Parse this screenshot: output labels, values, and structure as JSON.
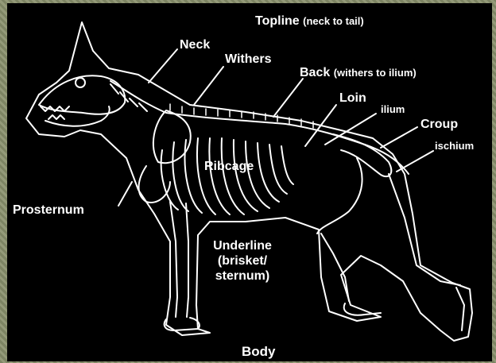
{
  "diagram": {
    "labels": {
      "topline_main": "Topline",
      "topline_sub": "(neck to tail)",
      "neck": "Neck",
      "withers": "Withers",
      "back_main": "Back",
      "back_sub": "(withers to ilium)",
      "loin": "Loin",
      "ilium": "ilium",
      "croup": "Croup",
      "ischium": "ischium",
      "ribcage": "Ribcage",
      "prosternum": "Prosternum",
      "underline_1": "Underline",
      "underline_2": "(brisket/",
      "underline_3": "sternum)",
      "body": "Body"
    },
    "colors": {
      "background": "#000000",
      "outline": "#ffffff",
      "frame": "#8b9170"
    }
  }
}
